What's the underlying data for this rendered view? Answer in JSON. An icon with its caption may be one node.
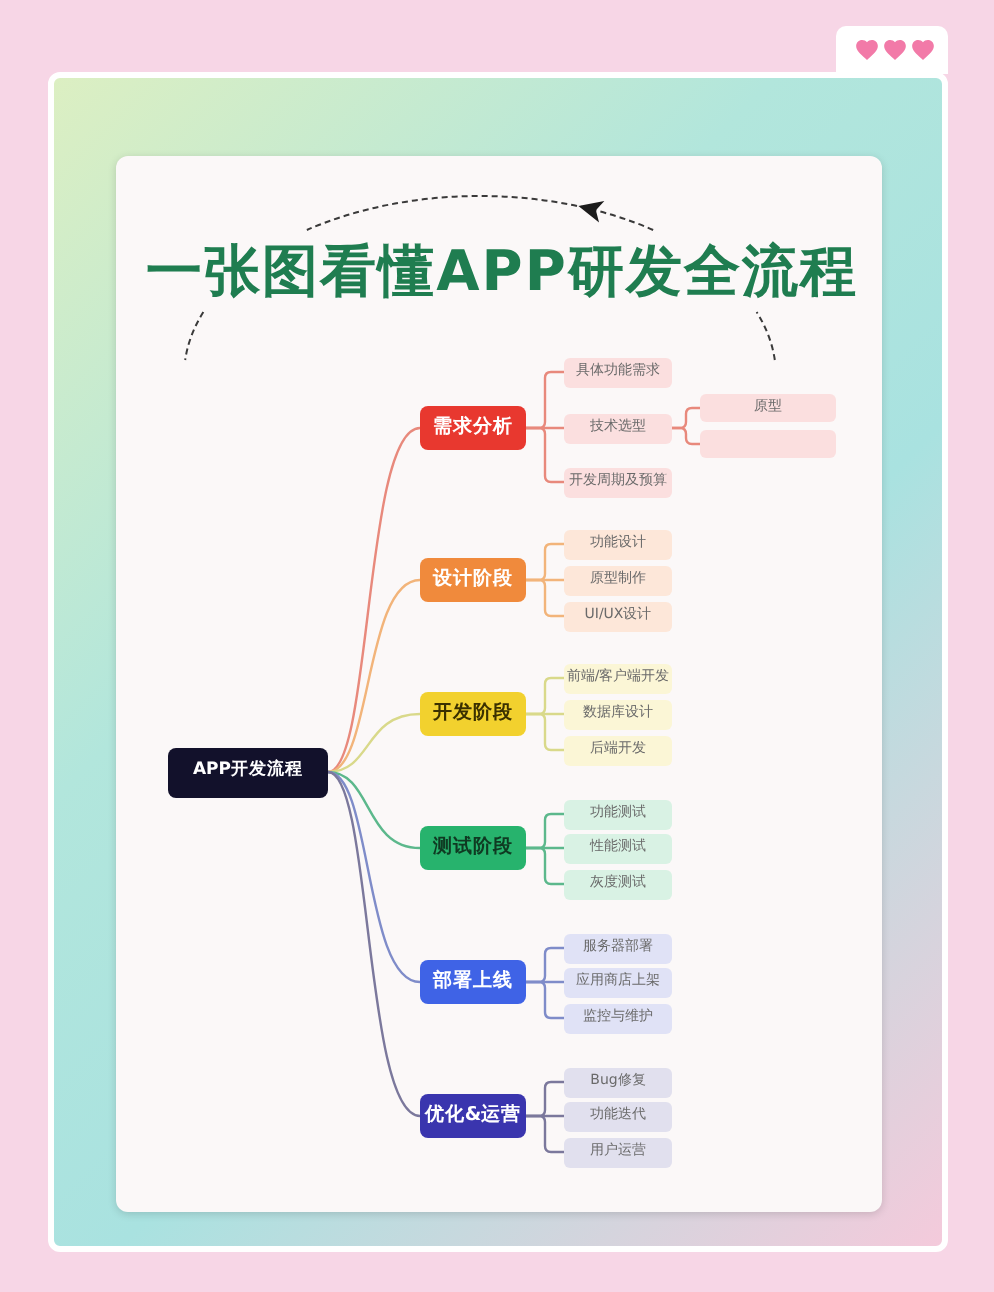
{
  "diagram": {
    "title": "一张图看懂APP研发全流程",
    "nodes": [
      {
        "text": [
          "APP开发流程"
        ]
      },
      {
        "text": [
          "需求分析"
        ]
      },
      {
        "text": [
          "具体功能需求"
        ]
      },
      {
        "text": [
          "技术选型"
        ]
      },
      {
        "text": [
          "原型"
        ]
      },
      {
        "text": [],
        "shape": "box"
      },
      {
        "text": [
          "开发周期及预算"
        ]
      },
      {
        "text": [
          "设计阶段"
        ]
      },
      {
        "text": [
          "功能设计"
        ]
      },
      {
        "text": [
          "原型制作"
        ]
      },
      {
        "text": [
          "UI/UX设计"
        ]
      },
      {
        "text": [
          "开发阶段"
        ]
      },
      {
        "text": [
          "前端/客户端开发"
        ]
      },
      {
        "text": [
          "数据库设计"
        ]
      },
      {
        "text": [
          "后端开发"
        ]
      },
      {
        "text": [
          "测试阶段"
        ]
      },
      {
        "text": [
          "功能测试"
        ]
      },
      {
        "text": [
          "性能测试"
        ]
      },
      {
        "text": [
          "灰度测试"
        ]
      },
      {
        "text": [
          "部署上线"
        ]
      },
      {
        "text": [
          "服务器部署"
        ]
      },
      {
        "text": [
          "应用商店上架"
        ]
      },
      {
        "text": [
          "监控与维护"
        ]
      },
      {
        "text": [
          "优化&运营"
        ]
      },
      {
        "text": [
          "Bug修复"
        ]
      },
      {
        "text": [
          "功能迭代"
        ]
      },
      {
        "text": [
          "用户运营"
        ]
      }
    ],
    "edges": [
      {
        "from": 0,
        "to": 1,
        "arrow": "none",
        "color": "#e8897c"
      },
      {
        "from": 0,
        "to": 7,
        "arrow": "none",
        "color": "#f2b47a"
      },
      {
        "from": 0,
        "to": 11,
        "arrow": "none",
        "color": "#d9d98a"
      },
      {
        "from": 0,
        "to": 15,
        "arrow": "none",
        "color": "#5cb88c"
      },
      {
        "from": 0,
        "to": 19,
        "arrow": "none",
        "color": "#7f8cc9"
      },
      {
        "from": 0,
        "to": 23,
        "arrow": "none",
        "color": "#7b789c"
      },
      {
        "from": 1,
        "to": 2,
        "arrow": "none",
        "color": "#e8897c"
      },
      {
        "from": 1,
        "to": 3,
        "arrow": "none",
        "color": "#e8897c"
      },
      {
        "from": 1,
        "to": 6,
        "arrow": "none",
        "color": "#e8897c"
      },
      {
        "from": 3,
        "to": 4,
        "arrow": "none",
        "color": "#e8897c"
      },
      {
        "from": 3,
        "to": 5,
        "arrow": "none",
        "color": "#e8897c"
      },
      {
        "from": 7,
        "to": 8,
        "arrow": "none",
        "color": "#f2b47a"
      },
      {
        "from": 7,
        "to": 9,
        "arrow": "none",
        "color": "#f2b47a"
      },
      {
        "from": 7,
        "to": 10,
        "arrow": "none",
        "color": "#f2b47a"
      },
      {
        "from": 11,
        "to": 12,
        "arrow": "none",
        "color": "#d9d98a"
      },
      {
        "from": 11,
        "to": 13,
        "arrow": "none",
        "color": "#d9d98a"
      },
      {
        "from": 11,
        "to": 14,
        "arrow": "none",
        "color": "#d9d98a"
      },
      {
        "from": 15,
        "to": 16,
        "arrow": "none",
        "color": "#5cb88c"
      },
      {
        "from": 15,
        "to": 17,
        "arrow": "none",
        "color": "#5cb88c"
      },
      {
        "from": 15,
        "to": 18,
        "arrow": "none",
        "color": "#5cb88c"
      },
      {
        "from": 19,
        "to": 20,
        "arrow": "none",
        "color": "#7f8cc9"
      },
      {
        "from": 19,
        "to": 21,
        "arrow": "none",
        "color": "#7f8cc9"
      },
      {
        "from": 19,
        "to": 22,
        "arrow": "none",
        "color": "#7f8cc9"
      },
      {
        "from": 23,
        "to": 24,
        "arrow": "none",
        "color": "#7b789c"
      },
      {
        "from": 23,
        "to": 25,
        "arrow": "none",
        "color": "#7b789c"
      },
      {
        "from": 23,
        "to": 26,
        "arrow": "none",
        "color": "#7b789c"
      }
    ]
  }
}
